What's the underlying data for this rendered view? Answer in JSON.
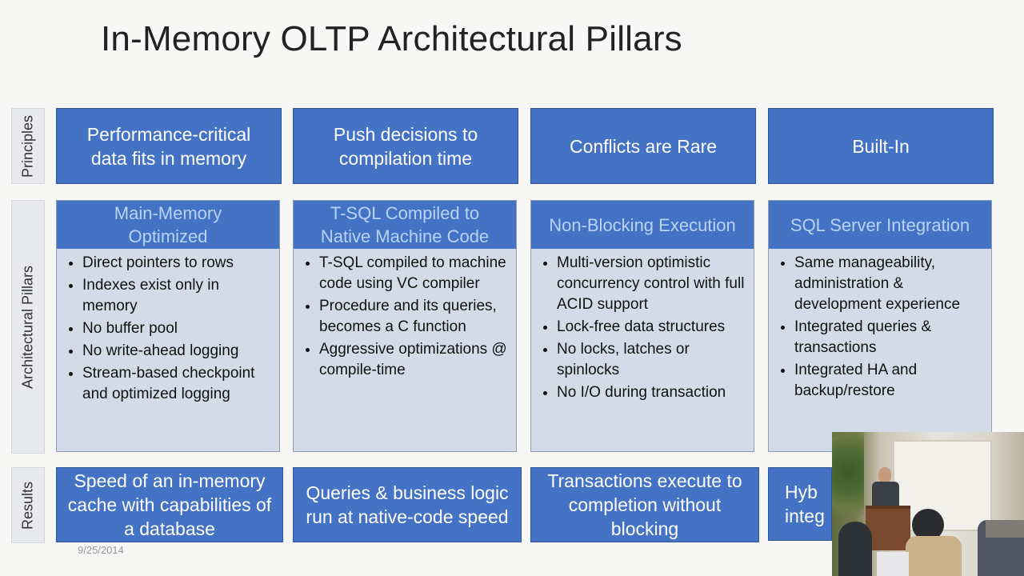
{
  "title": "In-Memory OLTP Architectural Pillars",
  "row_labels": {
    "principles": "Principles",
    "pillars": "Architectural Pillars",
    "results": "Results"
  },
  "principles": [
    "Performance-critical data fits in memory",
    "Push decisions to compilation time",
    "Conflicts are Rare",
    "Built-In"
  ],
  "pillars": [
    {
      "heading": "Main-Memory Optimized",
      "bullets": [
        "Direct pointers to rows",
        "Indexes exist only in memory",
        "No buffer pool",
        "No write-ahead logging",
        "Stream-based checkpoint and optimized logging"
      ]
    },
    {
      "heading": "T-SQL Compiled to Native Machine Code",
      "bullets": [
        "T-SQL compiled to machine code using VC compiler",
        "Procedure and its queries, becomes a C function",
        "Aggressive optimizations @ compile-time"
      ]
    },
    {
      "heading": "Non-Blocking Execution",
      "bullets": [
        "Multi-version optimistic concurrency control with full ACID support",
        "Lock-free data structures",
        "No locks, latches or spinlocks",
        "No I/O during transaction"
      ]
    },
    {
      "heading": "SQL Server Integration",
      "bullets": [
        "Same manageability, administration & development experience",
        "Integrated queries & transactions",
        "Integrated HA and backup/restore"
      ]
    }
  ],
  "results": [
    "Speed of an in-memory cache with capabilities of a database",
    "Queries & business logic run at native-code speed",
    "Transactions execute to completion without blocking",
    "Hyb integ"
  ],
  "date": "9/25/2014",
  "colors": {
    "box_blue": "#4472c4",
    "pillar_body": "#d3dbe8",
    "pillar_heading_text": "#b9d3f5"
  }
}
